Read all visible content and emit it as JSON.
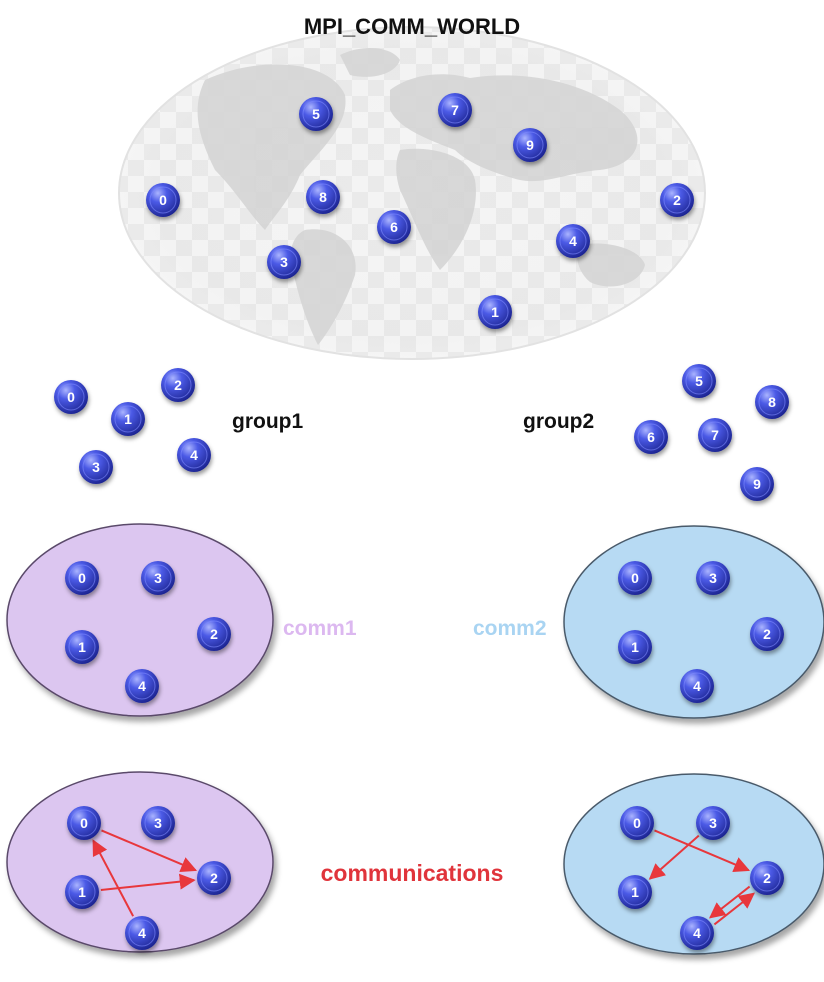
{
  "title": "MPI_COMM_WORLD",
  "world": {
    "ranks": [
      "0",
      "1",
      "2",
      "3",
      "4",
      "5",
      "6",
      "7",
      "8",
      "9"
    ]
  },
  "group1": {
    "label": "group1",
    "ranks": [
      "0",
      "1",
      "2",
      "3",
      "4"
    ]
  },
  "group2": {
    "label": "group2",
    "ranks": [
      "5",
      "6",
      "7",
      "8",
      "9"
    ]
  },
  "comm1": {
    "label": "comm1",
    "ranks": [
      "0",
      "1",
      "2",
      "3",
      "4"
    ],
    "fill": "#dcc6f0"
  },
  "comm2": {
    "label": "comm2",
    "ranks": [
      "0",
      "1",
      "2",
      "3",
      "4"
    ],
    "fill": "#b7daf3"
  },
  "communications": {
    "label": "communications",
    "comm1_messages": [
      {
        "from": "0",
        "to": "2"
      },
      {
        "from": "1",
        "to": "2"
      },
      {
        "from": "4",
        "to": "0"
      }
    ],
    "comm2_messages": [
      {
        "from": "0",
        "to": "2"
      },
      {
        "from": "3",
        "to": "1"
      },
      {
        "from": "2",
        "to": "4"
      },
      {
        "from": "4",
        "to": "2"
      }
    ]
  },
  "colors": {
    "node": "#3b49d8",
    "arrow": "#e8373c",
    "comm1_label": "#dcb8f0",
    "comm2_label": "#a9d4f2",
    "comms_label": "#e0343b"
  }
}
